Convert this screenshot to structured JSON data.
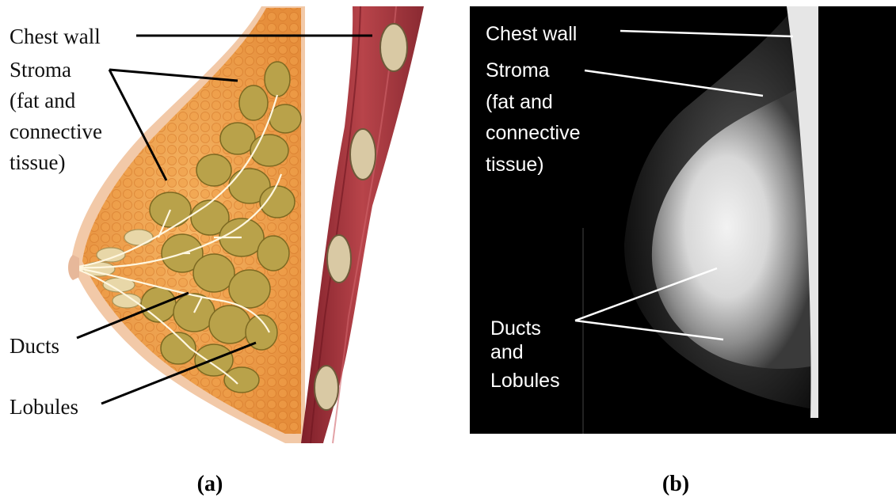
{
  "panel_a": {
    "labels": {
      "chest_wall": "Chest wall",
      "stroma": [
        "Stroma",
        "(fat and",
        "connective",
        "tissue)"
      ],
      "ducts": "Ducts",
      "lobules": "Lobules"
    },
    "caption": "(a)"
  },
  "panel_b": {
    "labels": {
      "chest_wall": "Chest wall",
      "stroma": [
        "Stroma",
        "(fat and",
        "connective",
        "tissue)"
      ],
      "ducts_and_lobules": [
        "Ducts",
        "and",
        "Lobules"
      ]
    },
    "caption": "(b)"
  },
  "colors": {
    "fat_orange": "#f2a24a",
    "gland_olive": "#b9a24a",
    "muscle_red": "#a8343c",
    "xray_bg": "#000000",
    "label_white": "#ffffff"
  }
}
